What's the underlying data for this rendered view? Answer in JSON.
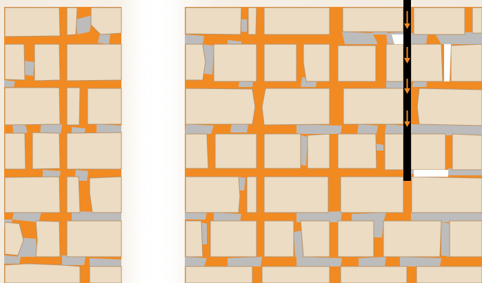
{
  "colors": {
    "page_background": "#f3ebe0",
    "stone_fill": "#ebdcc3",
    "stone_edge": "#b7926b",
    "void_gray": "#bcbcbc",
    "mortar_orange": "#f28a22",
    "drill_rod": "#000000",
    "arrow_orange": "#f28a22"
  },
  "panels": [
    {
      "name": "left-wall-section",
      "description_visible": false
    },
    {
      "name": "right-wall-section",
      "description_visible": false
    }
  ],
  "drill_rod": {
    "present": true,
    "arrow_count": 4,
    "arrow_direction": "down"
  }
}
